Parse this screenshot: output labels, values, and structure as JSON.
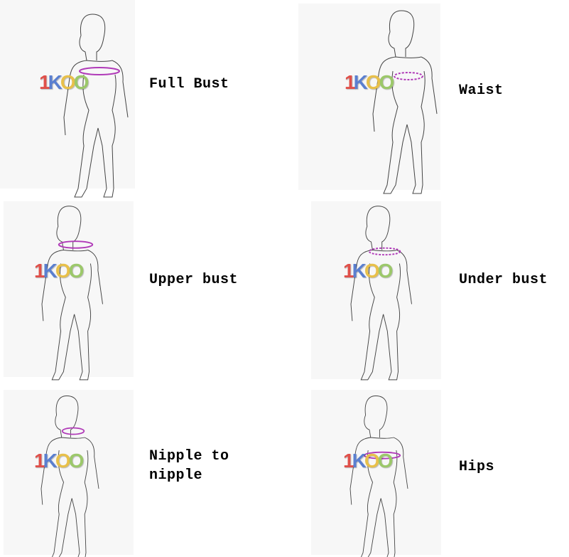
{
  "logo": {
    "chars": [
      "1",
      "K",
      "O",
      "O"
    ],
    "colors": [
      "#e0504a",
      "#5a7fd0",
      "#e8c04a",
      "#9cc86a"
    ]
  },
  "measure_color": "#b03ab8",
  "items": [
    {
      "label": "Full Bust",
      "measure": "full-bust"
    },
    {
      "label": "Waist",
      "measure": "waist"
    },
    {
      "label": "Upper bust",
      "measure": "upper-bust"
    },
    {
      "label": "Under bust",
      "measure": "under-bust"
    },
    {
      "label": "Nipple to\nnipple",
      "measure": "nipple-to-nipple"
    },
    {
      "label": "Hips",
      "measure": "hips"
    }
  ]
}
